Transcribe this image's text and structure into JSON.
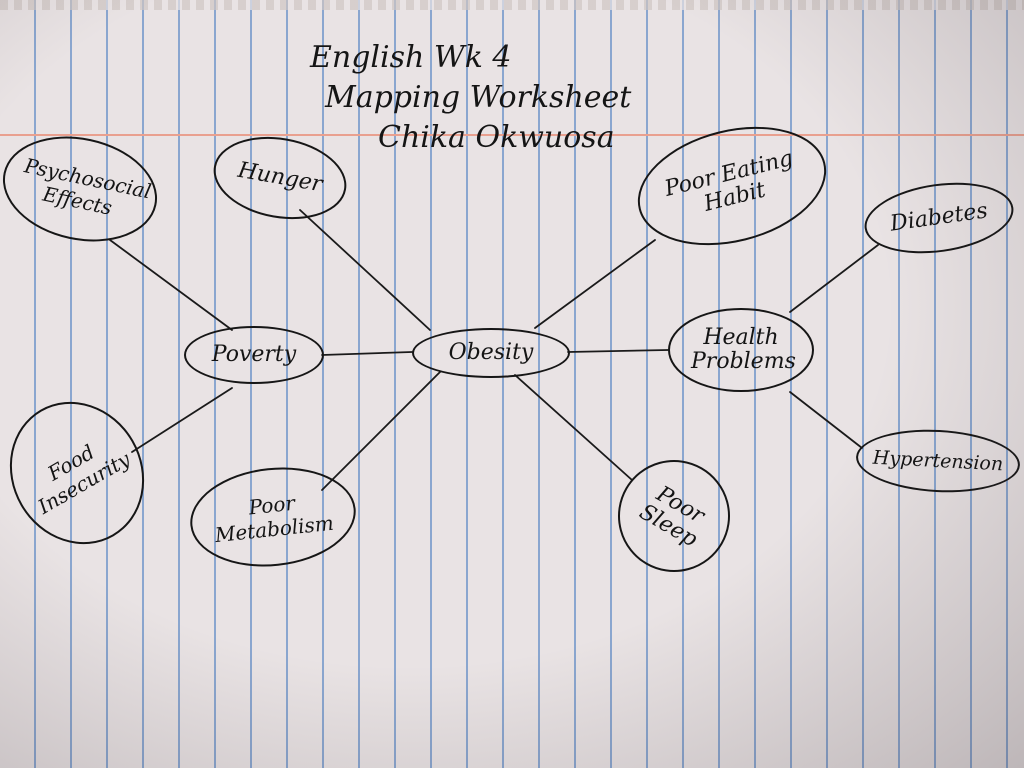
{
  "title": {
    "line1": "English Wk 4",
    "line2": "Mapping Worksheet",
    "line3": "Chika Okwuosa"
  },
  "center": {
    "label": "Obesity"
  },
  "nodes": {
    "psychosocial": "Psychosocial Effects",
    "hunger": "Hunger",
    "poverty": "Poverty",
    "food_insecurity": "Food Insecurity",
    "poor_metabolism": "Poor Metabolism",
    "poor_eating": "Poor Eating Habit",
    "health_problems": "Health Problems",
    "diabetes": "Diabetes",
    "hypertension": "Hypertension",
    "poor_sleep": "Poor Sleep"
  },
  "colors": {
    "paper": "#e9e3e4",
    "rule_line": "#8aa6cf",
    "margin_line": "#e9a08f",
    "ink": "#161616"
  }
}
